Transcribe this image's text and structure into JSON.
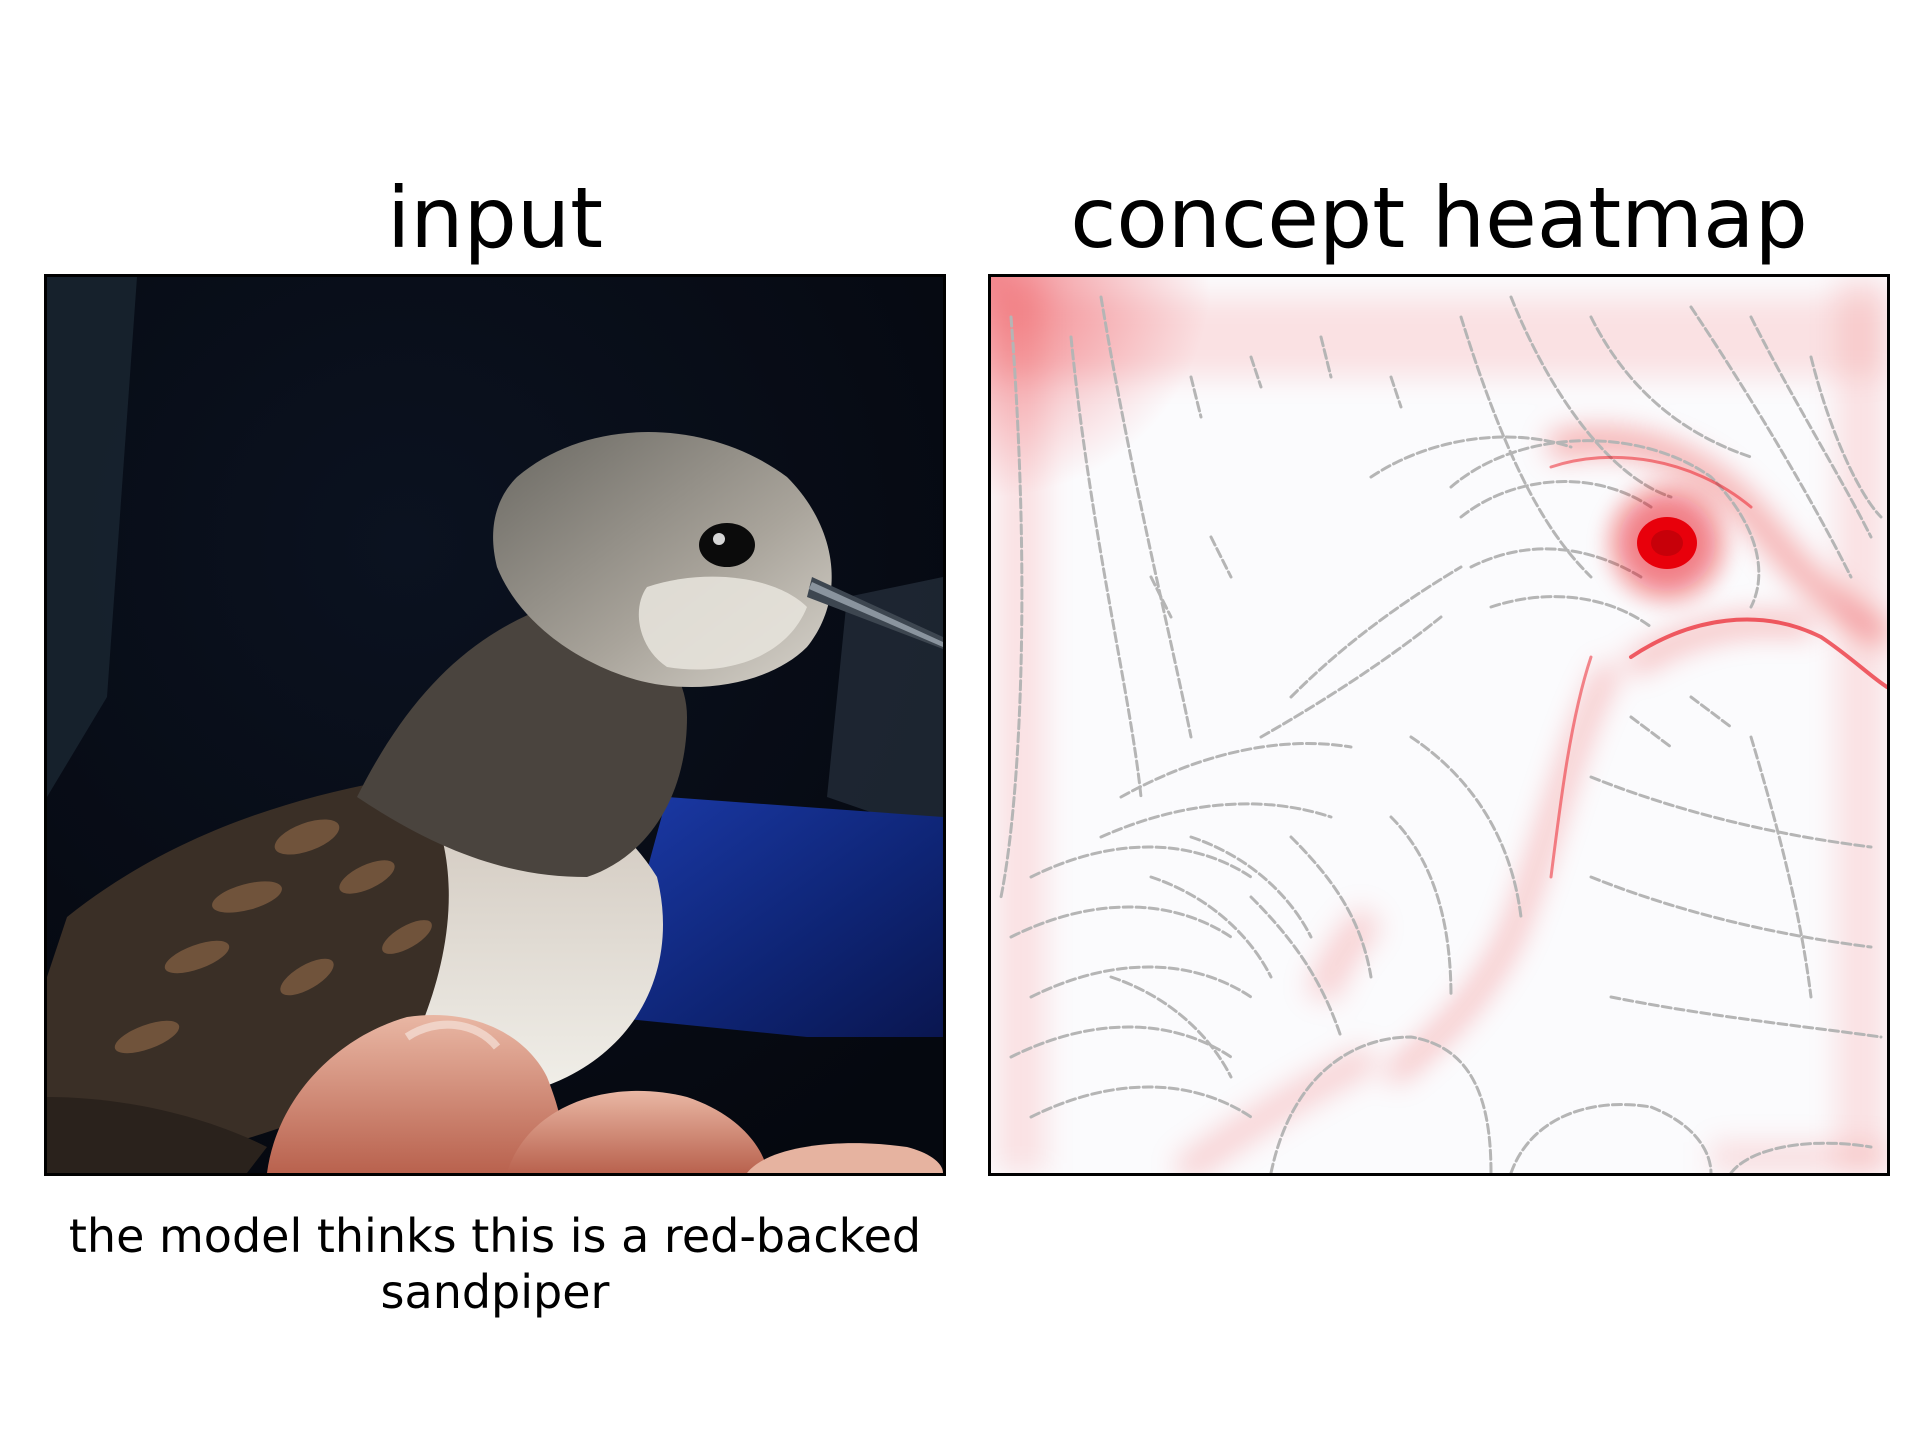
{
  "panels": {
    "left": {
      "title": "input",
      "image": "photo-bird-perched-on-fingers",
      "caption": "the model thinks this is a red-backed sandpiper"
    },
    "right": {
      "title": "concept heatmap",
      "image": "edge-outline-with-red-heatmap-overlay"
    }
  },
  "colors": {
    "heat": "#e8000b",
    "edge": "#b5b5b5",
    "background": "#ffffff",
    "frame": "#000000"
  }
}
